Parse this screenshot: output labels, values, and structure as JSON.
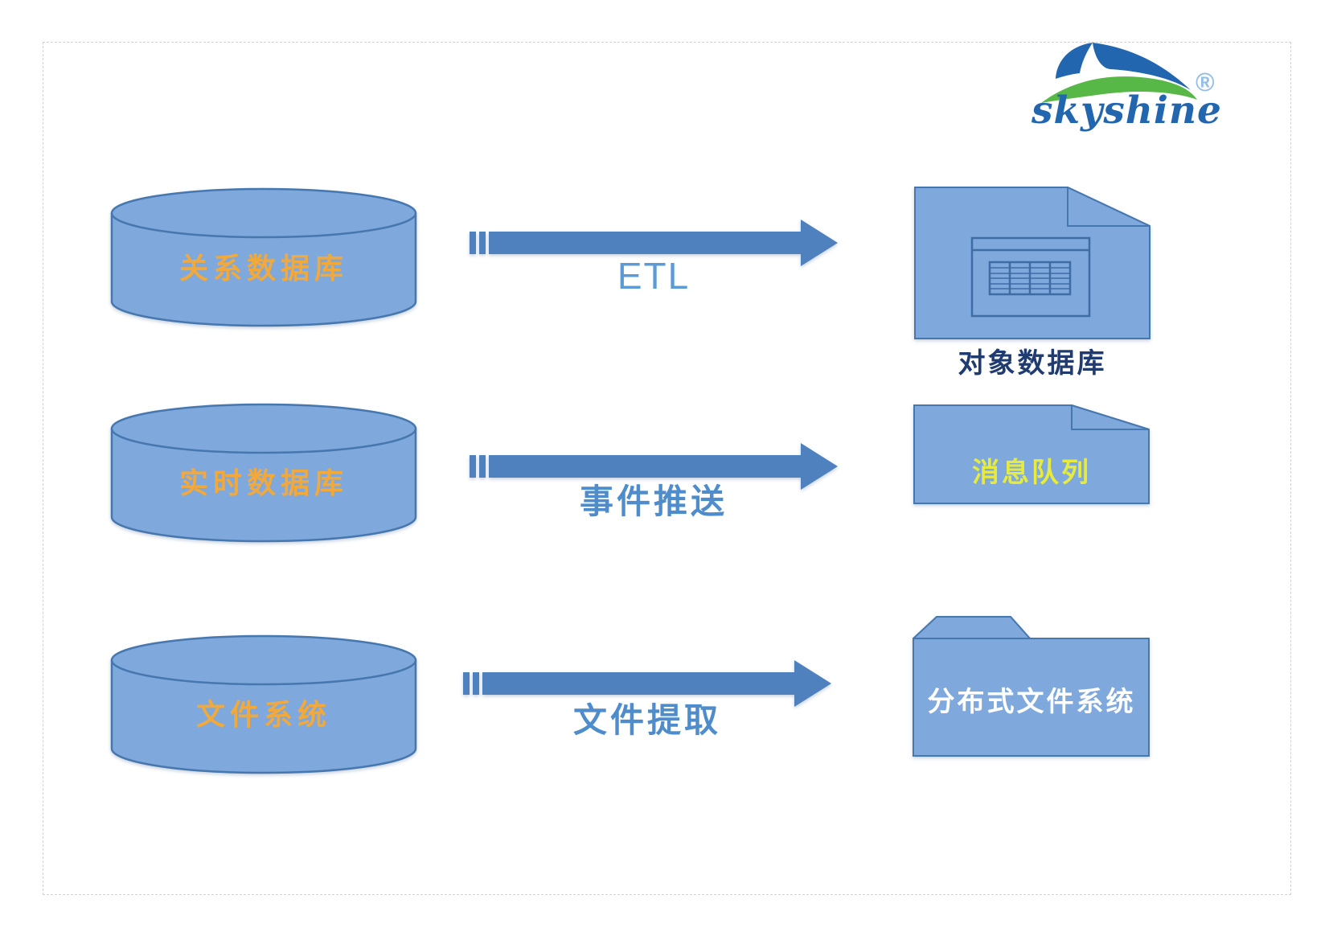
{
  "logo": {
    "brand": "skyshine",
    "registered": "®",
    "swoosh_icon": "sail-and-wave-swoosh"
  },
  "flows": [
    {
      "source": {
        "label": "关系数据库",
        "shape": "database-cylinder"
      },
      "process": {
        "label": "ETL"
      },
      "target": {
        "label": "对象数据库",
        "shape": "document-with-table",
        "label_position": "below"
      }
    },
    {
      "source": {
        "label": "实时数据库",
        "shape": "database-cylinder"
      },
      "process": {
        "label": "事件推送"
      },
      "target": {
        "label": "消息队列",
        "shape": "document-folded-corner",
        "label_position": "inside"
      }
    },
    {
      "source": {
        "label": "文件系统",
        "shape": "database-cylinder"
      },
      "process": {
        "label": "文件提取"
      },
      "target": {
        "label": "分布式文件系统",
        "shape": "folder",
        "label_position": "inside"
      }
    }
  ],
  "colors": {
    "shape_fill": "#7FA8DC",
    "shape_border": "#4677AE",
    "arrow_fill": "#4E81BD",
    "source_label": "#F2A93B",
    "process_label_etl": "#5B9BD5",
    "process_label_cjk": "#4F8CCB",
    "object_db_label": "#1F3B70",
    "message_queue_label": "#E6EB3D",
    "dfs_label": "#FFFFFF",
    "logo_blue": "#2166AE",
    "logo_green": "#57B847",
    "registered_mark": "#92BEE7",
    "frame_border": "#d2d2d2"
  }
}
